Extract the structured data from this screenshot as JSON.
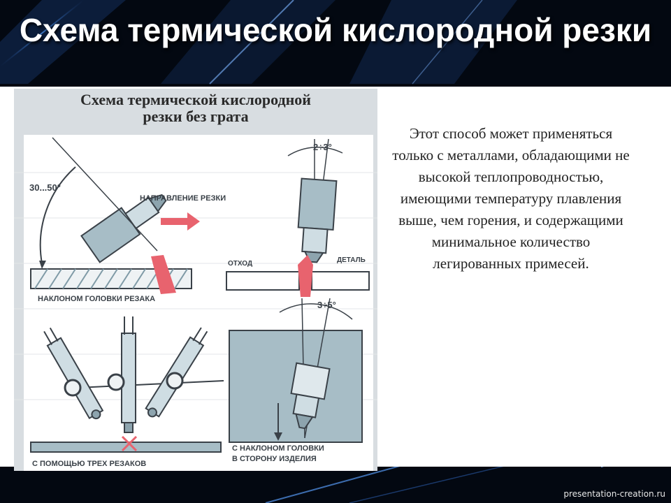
{
  "slide": {
    "title": "Схема термической кислородной резки",
    "watermark": "presentation-creation.ru"
  },
  "figure": {
    "title_line1": "Схема термической кислородной",
    "title_line2": "резки без грата",
    "angle_label_1": "30...50°",
    "direction_label": "НАПРАВЛЕНИЕ РЕЗКИ",
    "caption_1": "НАКЛОНОМ ГОЛОВКИ РЕЗАКА",
    "angle_label_2": "2÷3°",
    "waste_label": "ОТХОД",
    "part_label": "ДЕТАЛЬ",
    "angle_label_3": "3÷5°",
    "caption_2_line1": "С НАКЛОНОМ ГОЛОВКИ",
    "caption_2_line2": "В СТОРОНУ ИЗДЕЛИЯ",
    "caption_3": "С ПОМОЩЬЮ ТРЕХ РЕЗАКОВ"
  },
  "description": "Этот способ может применяться только с металлами, обладающими не высокой теплопроводностью, имеющими температуру плавления выше, чем горения, и содержащими минимальное количество легированных примесей.",
  "colors": {
    "slide_bg": "#030811",
    "figure_bg": "#d8dde1",
    "steel": "#a7bdc6",
    "flame": "#e8636e"
  }
}
